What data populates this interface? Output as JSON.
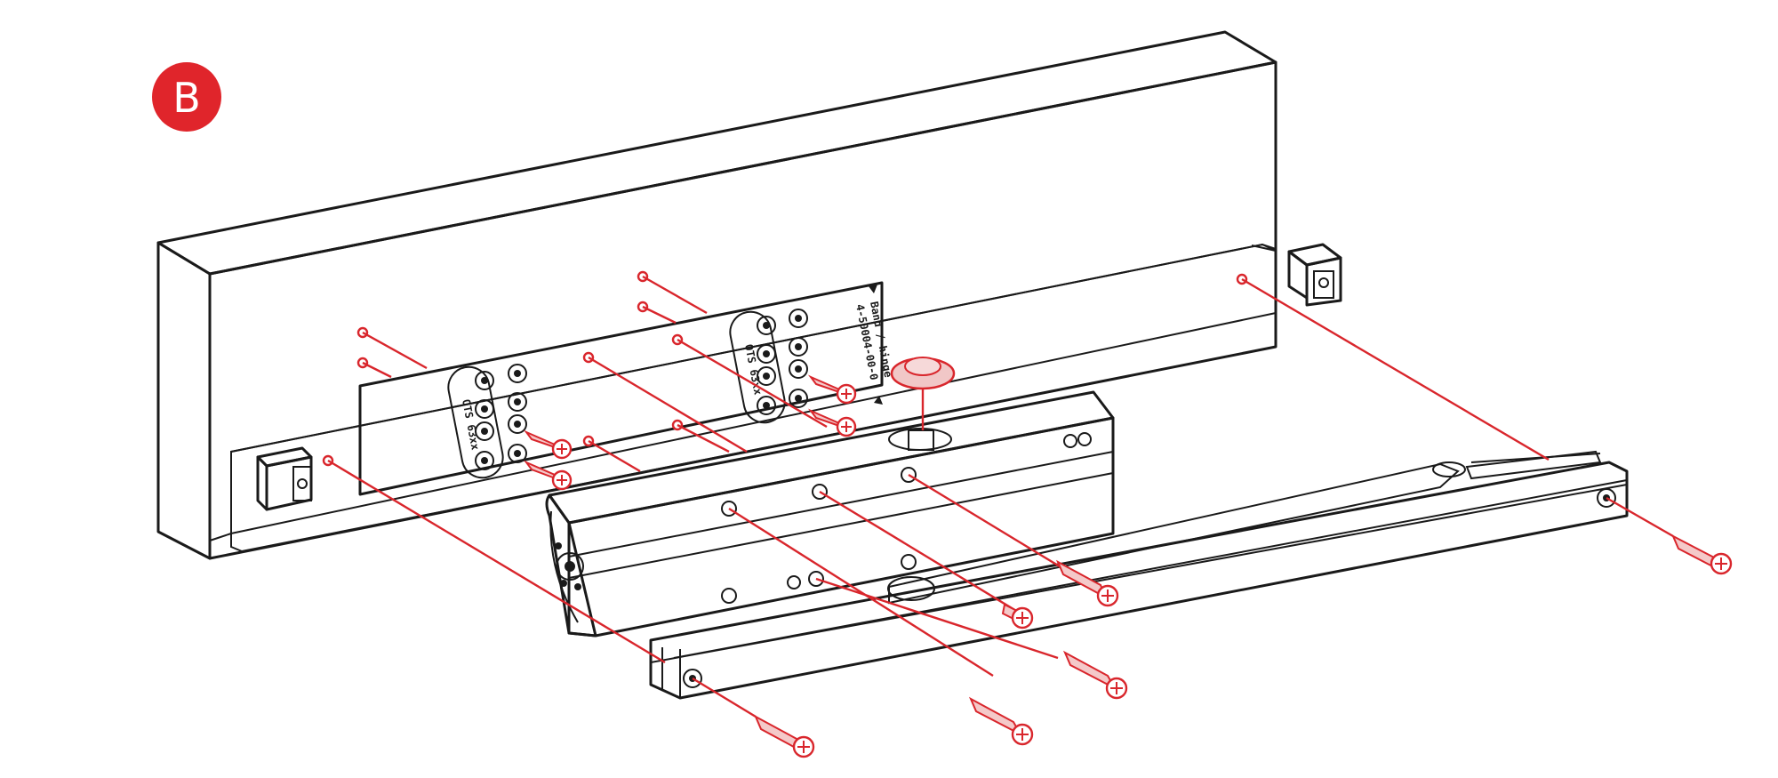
{
  "step_badge": {
    "label": "B",
    "color": "#e0252b"
  },
  "mounting_plate": {
    "label_top_left": "OTS 63xx",
    "label_top_right": "OTS 63xx",
    "label_right_line1": "Band / hinge",
    "label_right_line2": "4-50004-00-0"
  },
  "colors": {
    "outline": "#1a1a1a",
    "panel_fill": "#efede6",
    "accent_red": "#d9262c"
  }
}
